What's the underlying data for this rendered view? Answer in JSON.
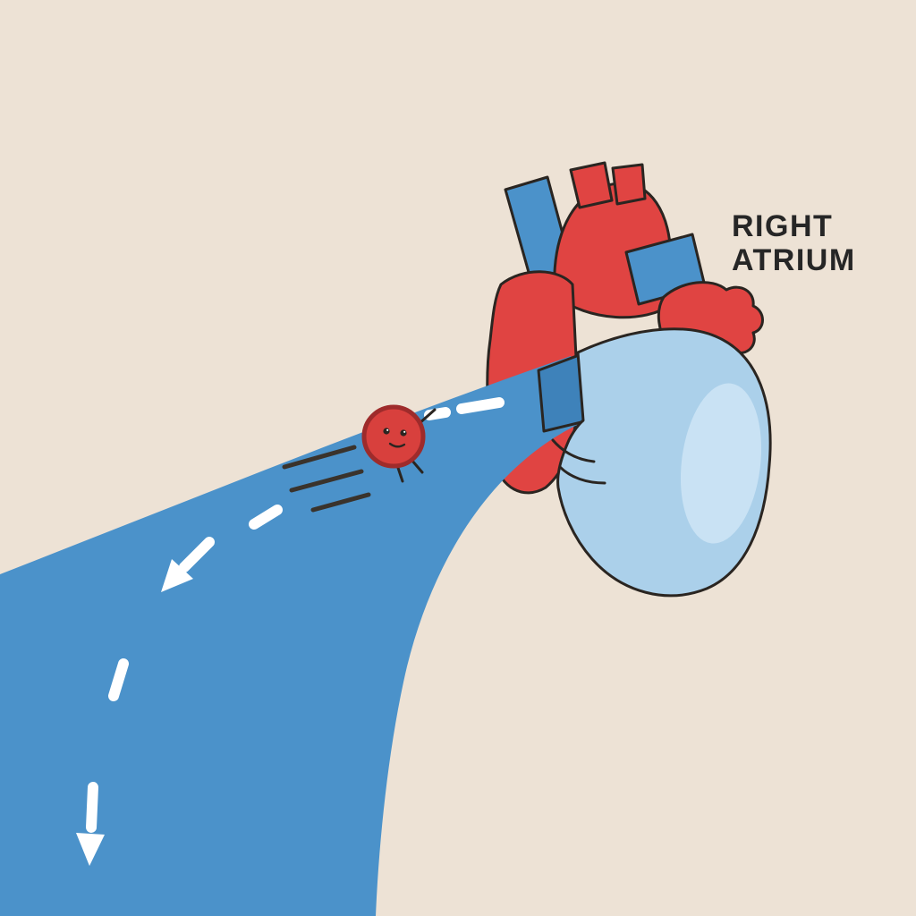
{
  "label": {
    "line1": "RIGHT",
    "line2": "ATRIUM"
  },
  "illustration": {
    "subject": "red blood cell traveling through the vena cava into the right atrium of the heart",
    "parts": [
      "vena-cava-vessel",
      "superior-vena-cava-stub",
      "aorta-arch",
      "pulmonary-artery-stub",
      "left-atrium-appendage",
      "ventricle-region",
      "valve-junction",
      "right-atrium-body",
      "atrium-inner-highlight",
      "red-blood-cell-character",
      "flow-direction-arrows",
      "motion-lines"
    ]
  },
  "colors": {
    "background": "#EDE2D5",
    "vein_blue": "#4B92CA",
    "vein_dark_blue": "#3E82BA",
    "atrium_light_blue": "#ABD0EA",
    "atrium_inner_blue": "#C9E2F4",
    "heart_red": "#E04442",
    "cell_red": "#D8403D",
    "cell_outline_red": "#9E2B2B",
    "outline_dark": "#2A2521",
    "flow_white": "#FFFFFF",
    "motion_line": "#3A332C",
    "label_text": "#262626"
  }
}
